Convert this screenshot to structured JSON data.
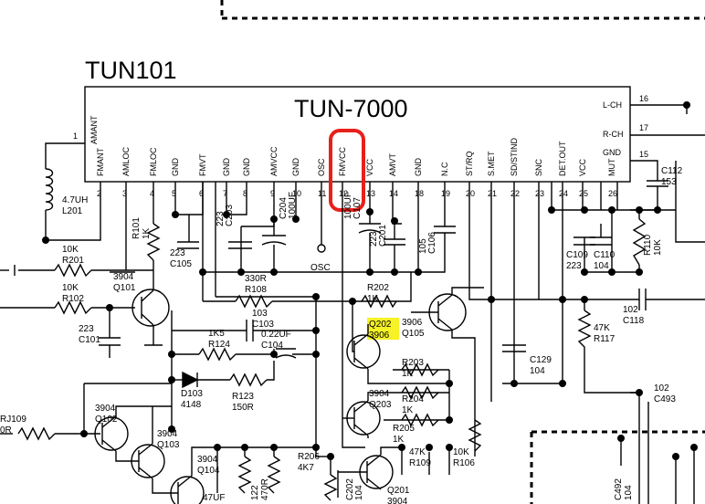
{
  "module": {
    "ref": "TUN101",
    "part": "TUN-7000"
  },
  "pins": [
    {
      "num": "1",
      "name": "AMANT"
    },
    {
      "num": "2",
      "name": "FMANT"
    },
    {
      "num": "3",
      "name": "AMLOC"
    },
    {
      "num": "4",
      "name": "FMLOC"
    },
    {
      "num": "5",
      "name": "GND"
    },
    {
      "num": "6",
      "name": "FMVT"
    },
    {
      "num": "7",
      "name": "GND"
    },
    {
      "num": "8",
      "name": "GND"
    },
    {
      "num": "9",
      "name": "AMVCC"
    },
    {
      "num": "10",
      "name": "GND"
    },
    {
      "num": "11",
      "name": "OSC"
    },
    {
      "num": "12",
      "name": "FMVCC"
    },
    {
      "num": "13",
      "name": "VCC"
    },
    {
      "num": "14",
      "name": "AMVT"
    },
    {
      "num": "18",
      "name": "GND"
    },
    {
      "num": "19",
      "name": "N.C"
    },
    {
      "num": "20",
      "name": "ST/RQ"
    },
    {
      "num": "21",
      "name": "S.MET"
    },
    {
      "num": "22",
      "name": "SD/STIND"
    },
    {
      "num": "23",
      "name": "SNC"
    },
    {
      "num": "24",
      "name": "DET.OUT"
    },
    {
      "num": "25",
      "name": "VCC"
    },
    {
      "num": "26",
      "name": "MUT"
    }
  ],
  "right_pins": [
    {
      "num": "16",
      "name": "L-CH"
    },
    {
      "num": "17",
      "name": "R-CH"
    },
    {
      "num": "15",
      "name": "GND"
    }
  ],
  "labels": [
    {
      "id": "l201",
      "lines": [
        "4.7UH",
        "L201"
      ]
    },
    {
      "id": "r201",
      "lines": [
        "10K",
        "R201"
      ]
    },
    {
      "id": "r102",
      "lines": [
        "10K",
        "R102"
      ]
    },
    {
      "id": "c101",
      "lines": [
        "223",
        "C101"
      ]
    },
    {
      "id": "r101",
      "lines": [
        "R101",
        "1K"
      ]
    },
    {
      "id": "q101",
      "lines": [
        "3904",
        "Q101"
      ]
    },
    {
      "id": "c105",
      "lines": [
        "223",
        "C105"
      ]
    },
    {
      "id": "c203",
      "lines": [
        "223",
        "C203"
      ]
    },
    {
      "id": "c204",
      "lines": [
        "C204",
        "100UF"
      ]
    },
    {
      "id": "osc",
      "lines": [
        "OSC"
      ]
    },
    {
      "id": "c107",
      "lines": [
        "100UF",
        "C107"
      ]
    },
    {
      "id": "c201",
      "lines": [
        "223",
        "C201"
      ]
    },
    {
      "id": "c106",
      "lines": [
        "105",
        "C106"
      ]
    },
    {
      "id": "r108",
      "lines": [
        "330R",
        "R108"
      ]
    },
    {
      "id": "r202",
      "lines": [
        "R202",
        "1K"
      ]
    },
    {
      "id": "c103",
      "lines": [
        "103",
        "C103"
      ]
    },
    {
      "id": "r124",
      "lines": [
        "1K5",
        "R124"
      ]
    },
    {
      "id": "c104",
      "lines": [
        "0.22UF",
        "C104"
      ]
    },
    {
      "id": "d103",
      "lines": [
        "D103",
        "4148"
      ]
    },
    {
      "id": "r123",
      "lines": [
        "R123",
        "150R"
      ]
    },
    {
      "id": "q202",
      "lines": [
        "Q202",
        "3906"
      ]
    },
    {
      "id": "q105",
      "lines": [
        "3906",
        "Q105"
      ]
    },
    {
      "id": "r203",
      "lines": [
        "R203",
        "1K"
      ]
    },
    {
      "id": "q203",
      "lines": [
        "3904",
        "Q203"
      ]
    },
    {
      "id": "r204",
      "lines": [
        "R204",
        "1K"
      ]
    },
    {
      "id": "r205",
      "lines": [
        "R205",
        "1K"
      ]
    },
    {
      "id": "c109",
      "lines": [
        "C109",
        "223"
      ]
    },
    {
      "id": "c110",
      "lines": [
        "C110",
        "104"
      ]
    },
    {
      "id": "r110",
      "lines": [
        "R110",
        "10K"
      ]
    },
    {
      "id": "c112",
      "lines": [
        "C112",
        "153"
      ]
    },
    {
      "id": "c118",
      "lines": [
        "102",
        "C118"
      ]
    },
    {
      "id": "r117",
      "lines": [
        "47K",
        "R117"
      ]
    },
    {
      "id": "c129",
      "lines": [
        "C129",
        "104"
      ]
    },
    {
      "id": "c493",
      "lines": [
        "102",
        "C493"
      ]
    },
    {
      "id": "rj109",
      "lines": [
        "RJ109",
        "0R"
      ]
    },
    {
      "id": "q102",
      "lines": [
        "3904",
        "Q102"
      ]
    },
    {
      "id": "q103",
      "lines": [
        "3904",
        "Q103"
      ]
    },
    {
      "id": "q104",
      "lines": [
        "3904",
        "Q104"
      ]
    },
    {
      "id": "r206",
      "lines": [
        "R206",
        "4K7"
      ]
    },
    {
      "id": "r122",
      "lines": [
        "122",
        "470R"
      ]
    },
    {
      "id": "c47",
      "lines": [
        "47UF"
      ]
    },
    {
      "id": "r109",
      "lines": [
        "47K",
        "R109"
      ]
    },
    {
      "id": "r106",
      "lines": [
        "10K",
        "R106"
      ]
    },
    {
      "id": "c202",
      "lines": [
        "C202",
        "104"
      ]
    },
    {
      "id": "q201",
      "lines": [
        "Q201",
        "3904"
      ]
    },
    {
      "id": "c492",
      "lines": [
        "C492",
        "104"
      ]
    }
  ],
  "highlights": [
    {
      "target": "FMVCC pin 12",
      "color": "#e8201a",
      "style": "outline"
    },
    {
      "target": "Q202 3906",
      "color": "#f4f000",
      "style": "marker"
    }
  ]
}
